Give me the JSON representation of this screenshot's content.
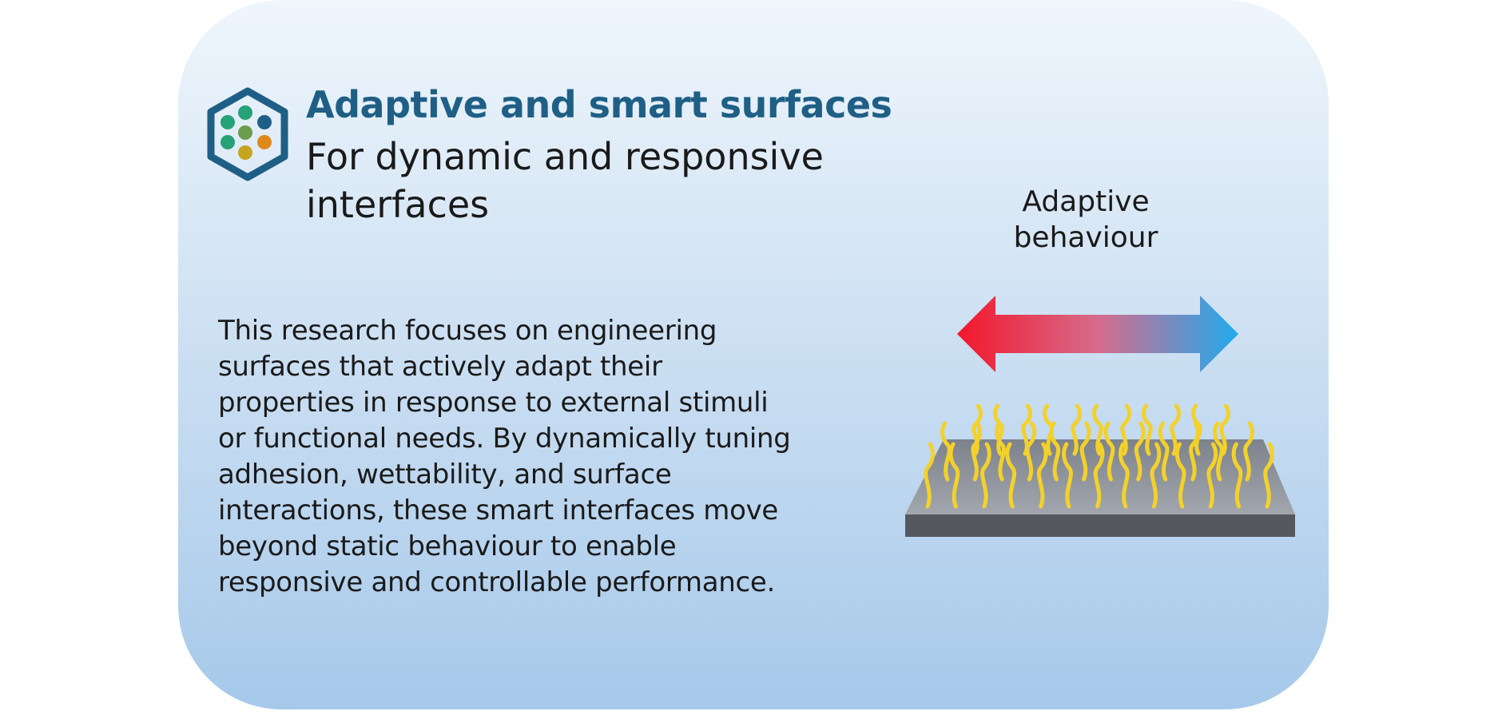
{
  "header": {
    "title": "Adaptive and smart surfaces",
    "subtitle": "For dynamic and responsive interfaces"
  },
  "description": "This research focuses on engineering surfaces that actively adapt their properties in response to external stimuli or functional needs. By dynamically tuning adhesion, wettability, and surface interactions, these smart interfaces move beyond static behaviour to enable responsive and controllable performance.",
  "illustration": {
    "label": "Adaptive behaviour",
    "arrow_colors": [
      "#f3172b",
      "#e0607f",
      "#1faaee"
    ],
    "fiber_color": "#f3d12b",
    "substrate_color": "#8f939a"
  },
  "logo": {
    "icon": "hexagon-dots-icon",
    "frame_color": "#1f5f86",
    "dot_colors": [
      "#26a178",
      "#26a178",
      "#26a178",
      "#1f5f86",
      "#6b9d4c",
      "#c5a51e",
      "#de8a1a"
    ]
  },
  "colors": {
    "title": "#1f5f86",
    "text": "#1a1a1a",
    "card_top": "#eff6fc",
    "card_bottom": "#a6c9ea"
  }
}
